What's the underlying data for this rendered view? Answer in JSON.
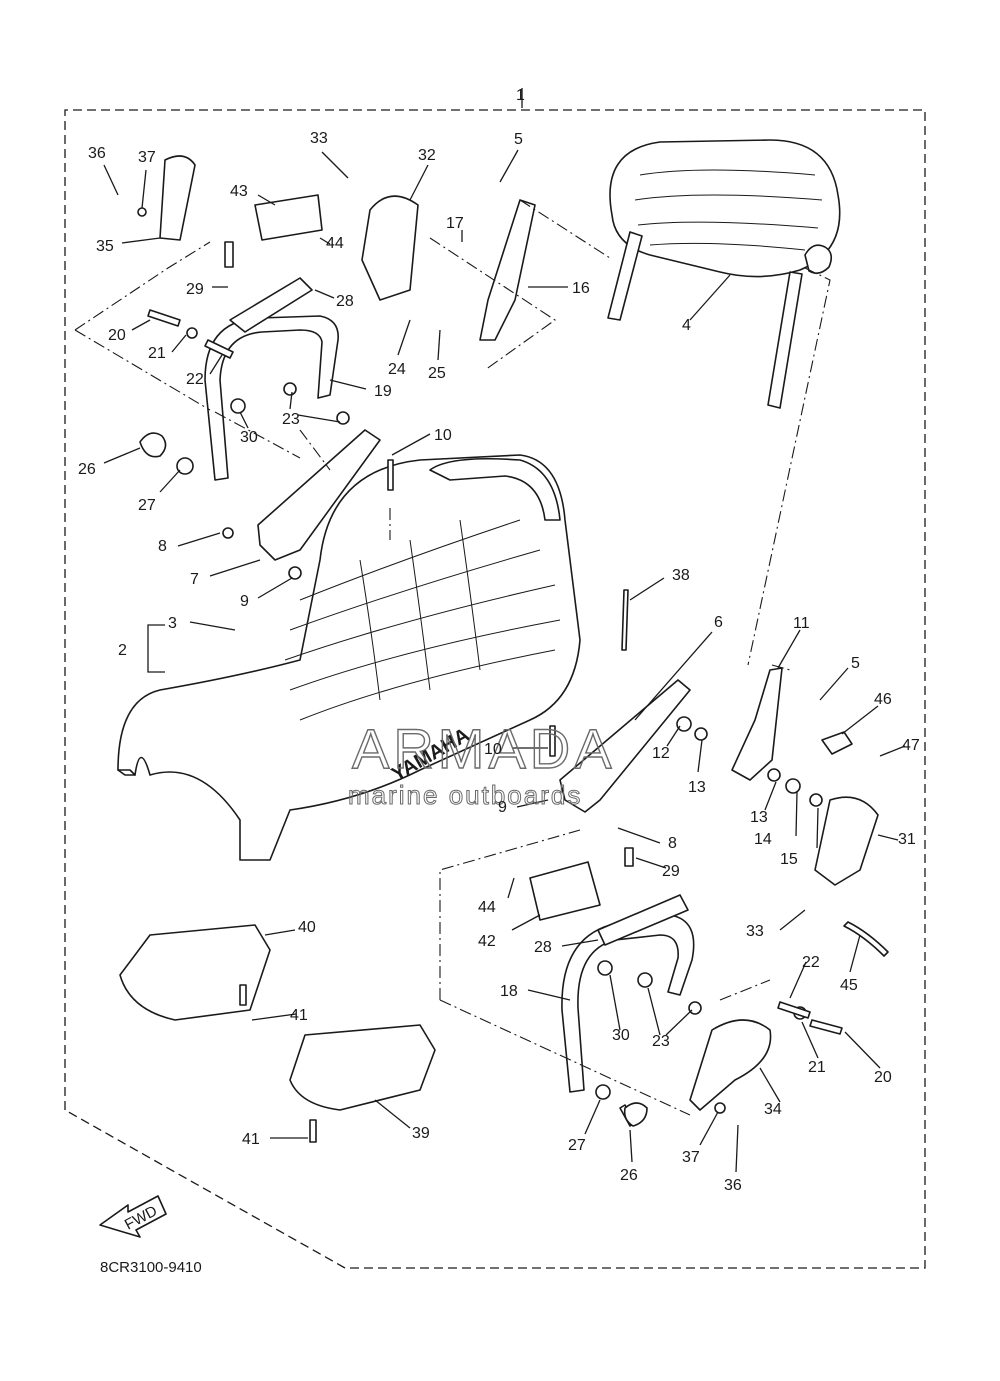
{
  "diagram": {
    "drawing_code": "8CR3100-9410",
    "fwd_arrow_text": "FWD",
    "seat_brand_text": "YAMAHA"
  },
  "watermark": {
    "title": "ARMADA",
    "subtitle": "marine outboards",
    "logo_color": "#e6a8c8"
  },
  "callouts": [
    "1",
    "2",
    "3",
    "4",
    "5",
    "5",
    "6",
    "7",
    "8",
    "8",
    "9",
    "9",
    "10",
    "10",
    "11",
    "12",
    "13",
    "13",
    "14",
    "15",
    "16",
    "17",
    "18",
    "19",
    "20",
    "20",
    "21",
    "21",
    "22",
    "22",
    "23",
    "23",
    "24",
    "25",
    "26",
    "26",
    "27",
    "27",
    "28",
    "28",
    "29",
    "29",
    "30",
    "30",
    "31",
    "32",
    "33",
    "33",
    "34",
    "35",
    "36",
    "36",
    "37",
    "37",
    "38",
    "39",
    "40",
    "41",
    "41",
    "42",
    "43",
    "44",
    "44",
    "45",
    "46",
    "47"
  ]
}
